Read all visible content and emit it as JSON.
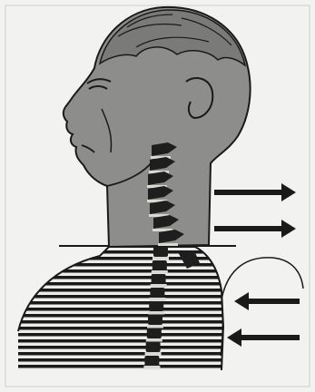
{
  "illustration": {
    "colors": {
      "background": "#f2f2f0",
      "ink": "#1a1a1a",
      "skin_fill": "#8d8d8b",
      "hair_fill": "#7a7a78",
      "vertebra_fill": "#1e1e1e",
      "disc_fill": "#d8d8d4",
      "torso_background": "#ececea"
    },
    "arrows": [
      {
        "id": "upper-right-1",
        "direction": "right"
      },
      {
        "id": "upper-right-2",
        "direction": "right"
      },
      {
        "id": "lower-left-1",
        "direction": "left"
      },
      {
        "id": "lower-left-2",
        "direction": "left"
      }
    ]
  }
}
